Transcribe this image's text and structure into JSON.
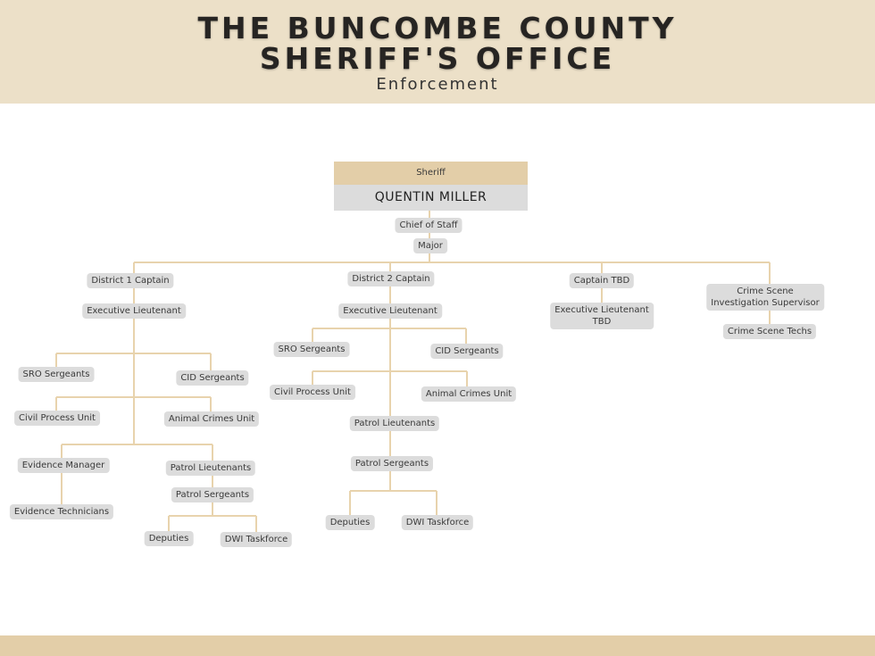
{
  "header": {
    "title_line1": "THE BUNCOMBE COUNTY",
    "title_line2": "SHERIFF'S OFFICE",
    "subtitle": "Enforcement"
  },
  "colors": {
    "header_bg": "#ece0c8",
    "accent": "#e3cea8",
    "connector": "#e8d3ad",
    "node_bg": "#dcdcdc"
  },
  "sheriff": {
    "role": "Sheriff",
    "name": "QUENTIN MILLER"
  },
  "command": {
    "chief_of_staff": "Chief of Staff",
    "major": "Major"
  },
  "district1": {
    "captain": "District 1 Captain",
    "exec_lt": "Executive Lieutenant",
    "sro": "SRO Sergeants",
    "cid": "CID Sergeants",
    "civil": "Civil Process Unit",
    "animal": "Animal Crimes Unit",
    "evidence_mgr": "Evidence Manager",
    "evidence_tech": "Evidence Technicians",
    "patrol_lt": "Patrol Lieutenants",
    "patrol_sgt": "Patrol Sergeants",
    "deputies": "Deputies",
    "dwi": "DWI Taskforce"
  },
  "district2": {
    "captain": "District 2 Captain",
    "exec_lt": "Executive Lieutenant",
    "sro": "SRO Sergeants",
    "cid": "CID Sergeants",
    "civil": "Civil Process Unit",
    "animal": "Animal Crimes Unit",
    "patrol_lt": "Patrol Lieutenants",
    "patrol_sgt": "Patrol Sergeants",
    "deputies": "Deputies",
    "dwi": "DWI Taskforce"
  },
  "tbd_branch": {
    "captain": "Captain TBD",
    "exec_lt_line1": "Executive Lieutenant",
    "exec_lt_line2": "TBD"
  },
  "csi_branch": {
    "supervisor_line1": "Crime Scene",
    "supervisor_line2": "Investigation Supervisor",
    "techs": "Crime Scene Techs"
  }
}
